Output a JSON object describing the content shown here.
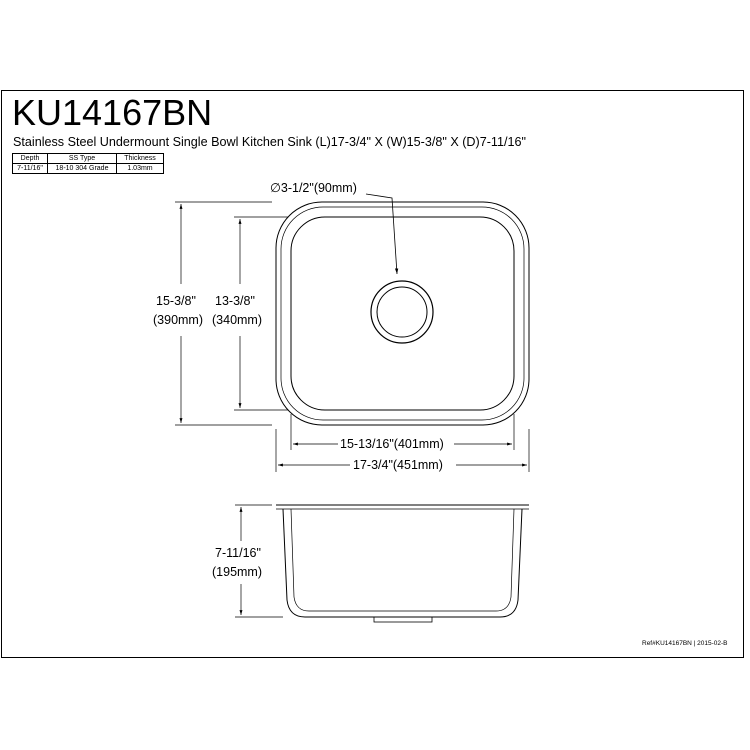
{
  "drawing": {
    "model": "KU14167BN",
    "description": "Stainless Steel Undermount Single Bowl Kitchen Sink (L)17-3/4\" X (W)15-3/8\" X (D)7-11/16\"",
    "spec_table": {
      "headers": [
        "Depth",
        "SS Type",
        "Thickness"
      ],
      "row": [
        "7-11/16\"",
        "18-10 304 Grade",
        "1.03mm"
      ]
    },
    "dimensions": {
      "drain": "∅3-1/2\"(90mm)",
      "outer_width_in": "15-3/8\"",
      "outer_width_mm": "(390mm)",
      "inner_width_in": "13-3/8\"",
      "inner_width_mm": "(340mm)",
      "inner_length": "15-13/16\"(401mm)",
      "outer_length": "17-3/4\"(451mm)",
      "depth_in": "7-11/16\"",
      "depth_mm": "(195mm)"
    },
    "reference": "Ref#KU14167BN | 2015-02-B"
  }
}
